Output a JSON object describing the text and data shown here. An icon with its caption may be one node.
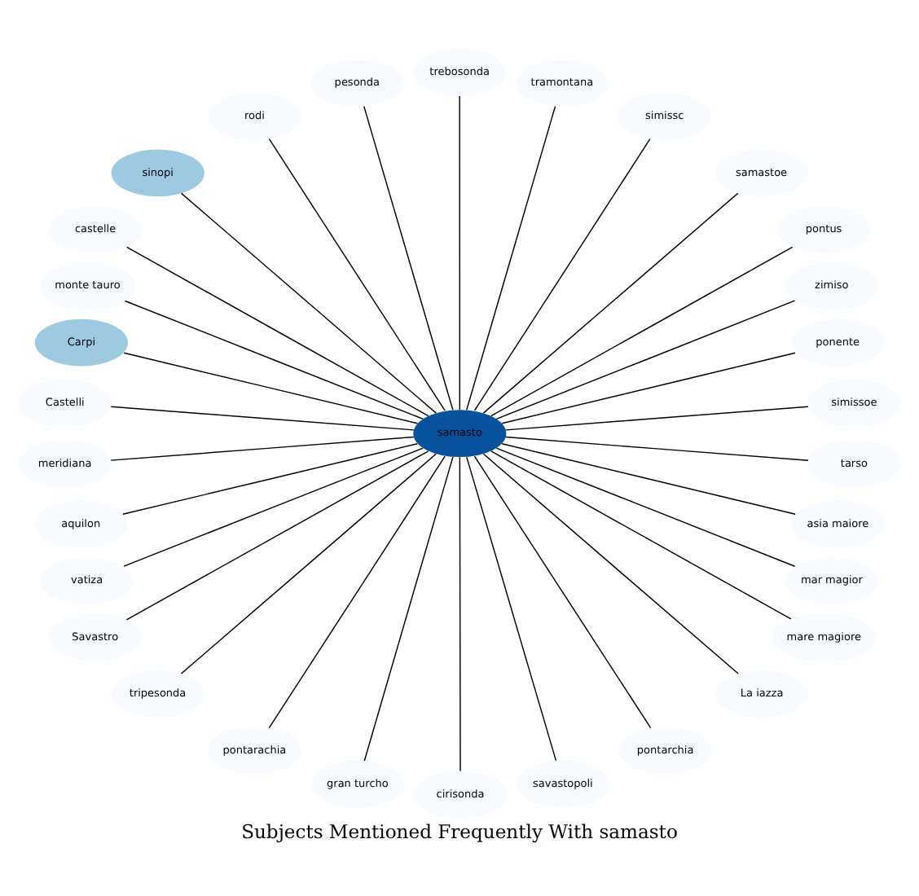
{
  "diagram": {
    "title": "Subjects Mentioned Frequently With samasto",
    "nodes": [
      {
        "text": [
          "simissoe"
        ]
      },
      {
        "text": [
          "ponente"
        ]
      },
      {
        "text": [
          "zimiso"
        ]
      },
      {
        "text": [
          "pontus"
        ]
      },
      {
        "text": [
          "samastoe"
        ]
      },
      {
        "text": [
          "simissc"
        ]
      },
      {
        "text": [
          "tramontana"
        ]
      },
      {
        "text": [
          "trebosonda"
        ]
      },
      {
        "text": [
          "pesonda"
        ]
      },
      {
        "text": [
          "rodi"
        ]
      },
      {
        "text": [
          "sinopi"
        ]
      },
      {
        "text": [
          "castelle"
        ]
      },
      {
        "text": [
          "monte tauro"
        ]
      },
      {
        "text": [
          "Carpi"
        ]
      },
      {
        "text": [
          "Castelli"
        ]
      },
      {
        "text": [
          "samasto"
        ]
      },
      {
        "text": [
          "meridiana"
        ]
      },
      {
        "text": [
          "aquilon"
        ]
      },
      {
        "text": [
          "vatiza"
        ]
      },
      {
        "text": [
          "Savastro"
        ]
      },
      {
        "text": [
          "tripesonda"
        ]
      },
      {
        "text": [
          "pontarachia"
        ]
      },
      {
        "text": [
          "gran turcho"
        ]
      },
      {
        "text": [
          "cirisonda"
        ]
      },
      {
        "text": [
          "savastopoli"
        ]
      },
      {
        "text": [
          "pontarchia"
        ]
      },
      {
        "text": [
          "La iazza"
        ]
      },
      {
        "text": [
          "mare magiore"
        ]
      },
      {
        "text": [
          "mar magior"
        ]
      },
      {
        "text": [
          "asia maiore"
        ]
      },
      {
        "text": [
          "tarso"
        ]
      }
    ],
    "edges": [
      {
        "from": 15,
        "to": 0,
        "arrow": "none"
      },
      {
        "from": 15,
        "to": 1,
        "arrow": "none"
      },
      {
        "from": 15,
        "to": 2,
        "arrow": "none"
      },
      {
        "from": 15,
        "to": 3,
        "arrow": "none"
      },
      {
        "from": 15,
        "to": 4,
        "arrow": "none"
      },
      {
        "from": 15,
        "to": 5,
        "arrow": "none"
      },
      {
        "from": 15,
        "to": 6,
        "arrow": "none"
      },
      {
        "from": 15,
        "to": 7,
        "arrow": "none"
      },
      {
        "from": 15,
        "to": 8,
        "arrow": "none"
      },
      {
        "from": 15,
        "to": 9,
        "arrow": "none"
      },
      {
        "from": 15,
        "to": 10,
        "arrow": "none"
      },
      {
        "from": 15,
        "to": 11,
        "arrow": "none"
      },
      {
        "from": 15,
        "to": 12,
        "arrow": "none"
      },
      {
        "from": 15,
        "to": 13,
        "arrow": "none"
      },
      {
        "from": 15,
        "to": 14,
        "arrow": "none"
      },
      {
        "from": 15,
        "to": 16,
        "arrow": "none"
      },
      {
        "from": 15,
        "to": 17,
        "arrow": "none"
      },
      {
        "from": 15,
        "to": 18,
        "arrow": "none"
      },
      {
        "from": 15,
        "to": 19,
        "arrow": "none"
      },
      {
        "from": 15,
        "to": 20,
        "arrow": "none"
      },
      {
        "from": 15,
        "to": 21,
        "arrow": "none"
      },
      {
        "from": 15,
        "to": 22,
        "arrow": "none"
      },
      {
        "from": 15,
        "to": 23,
        "arrow": "none"
      },
      {
        "from": 15,
        "to": 24,
        "arrow": "none"
      },
      {
        "from": 15,
        "to": 25,
        "arrow": "none"
      },
      {
        "from": 15,
        "to": 26,
        "arrow": "none"
      },
      {
        "from": 15,
        "to": 27,
        "arrow": "none"
      },
      {
        "from": 15,
        "to": 28,
        "arrow": "none"
      },
      {
        "from": 15,
        "to": 29,
        "arrow": "none"
      },
      {
        "from": 15,
        "to": 30,
        "arrow": "none"
      }
    ]
  }
}
